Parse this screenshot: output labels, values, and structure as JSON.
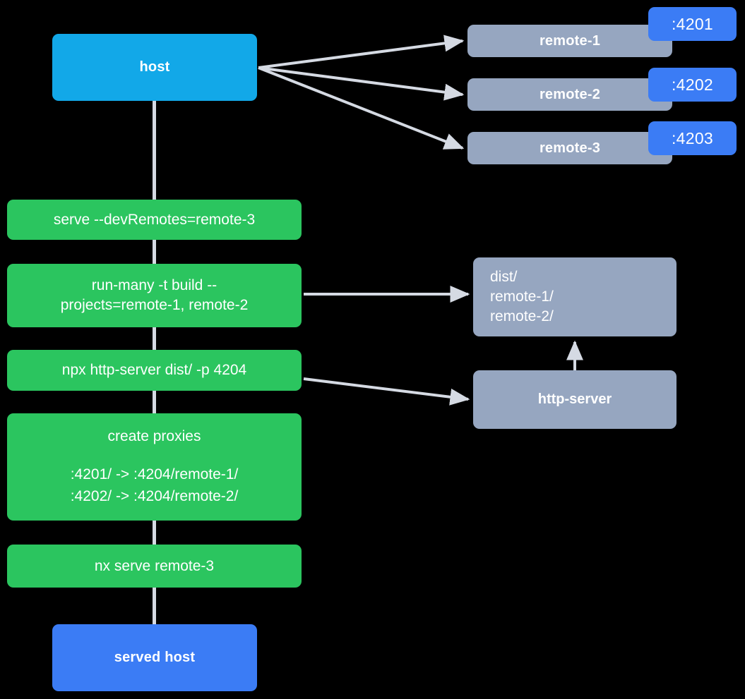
{
  "diagram": {
    "title": "Nx module federation host and remotes serve flow",
    "colors": {
      "background": "#000000",
      "host": "#12A8E8",
      "served_host": "#3B7CF5",
      "command": "#2BC55F",
      "remote": "#96A6C0",
      "port_badge": "#3B7CF5",
      "connector": "#D5DAE3",
      "text": "#ffffff"
    }
  },
  "nodes": {
    "host": {
      "label": "host"
    },
    "served_host": {
      "label": "served host"
    },
    "remotes": [
      {
        "label": "remote-1",
        "port": ":4201"
      },
      {
        "label": "remote-2",
        "port": ":4202"
      },
      {
        "label": "remote-3",
        "port": ":4203"
      }
    ],
    "commands": [
      {
        "label": "serve --devRemotes=remote-3"
      },
      {
        "label": "run-many -t build --\nprojects=remote-1, remote-2"
      },
      {
        "label": "npx http-server dist/ -p 4204"
      },
      {
        "label": "create proxies",
        "detail": ":4201/ -> :4204/remote-1/\n:4202/ -> :4204/remote-2/"
      },
      {
        "label": "nx serve remote-3"
      }
    ],
    "assets": {
      "dist": {
        "label": "dist/\n      remote-1/\n      remote-2/"
      },
      "http_server": {
        "label": "http-server"
      }
    }
  }
}
